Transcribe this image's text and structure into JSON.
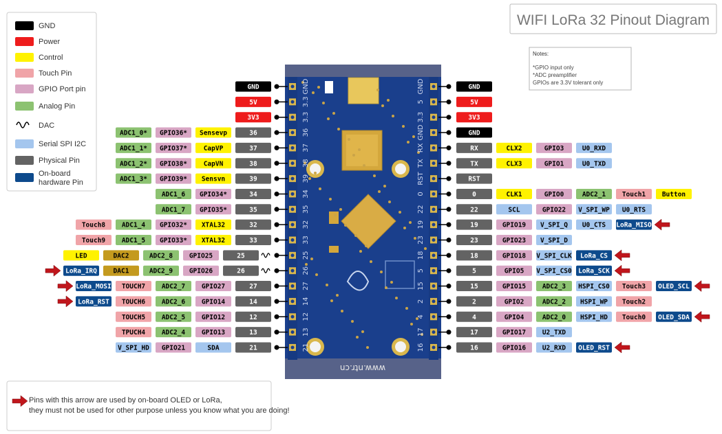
{
  "title": "WIFI LoRa 32 Pinout Diagram",
  "notes": {
    "heading": "Notes:",
    "lines": [
      "*GPIO input only",
      "*ADC preamplifier",
      "GPIOs are  3.3V tolerant only"
    ]
  },
  "legend": [
    {
      "type": "gnd",
      "label": "GND"
    },
    {
      "type": "power",
      "label": "Power"
    },
    {
      "type": "control",
      "label": "Control"
    },
    {
      "type": "touch",
      "label": "Touch Pin"
    },
    {
      "type": "gpio",
      "label": "GPIO Port pin"
    },
    {
      "type": "analog",
      "label": "Analog Pin"
    },
    {
      "type": "dac_wave",
      "label": "DAC"
    },
    {
      "type": "serial",
      "label": "Serial SPI I2C"
    },
    {
      "type": "physical",
      "label": "Physical Pin"
    },
    {
      "type": "onboard",
      "label": "On-board hardware Pin"
    }
  ],
  "footer_note": "Pins with this arrow are used by on-board OLED or LoRa, they must not be used for other purpose unless you know what you are doing!",
  "board_silkscreen": [
    "GND",
    "3.3",
    "3.3",
    "36",
    "37",
    "38",
    "39",
    "34",
    "35",
    "32",
    "33",
    "25",
    "26",
    "27",
    "14",
    "12",
    "13",
    "21"
  ],
  "board_silkscreen_right": [
    "GND",
    "5",
    "3.3",
    "GND",
    "RX",
    "TX",
    "RST",
    "0",
    "22",
    "19",
    "23",
    "18",
    "5",
    "15",
    "2",
    "4",
    "17",
    "16"
  ],
  "board_bottom_text": "www.ntr.cn",
  "colors": {
    "gnd": "#000000",
    "power": "#ee1c1c",
    "control": "#fff200",
    "touch": "#f0a4a8",
    "gpio": "#d8a6c4",
    "analog": "#8cc271",
    "serial": "#a4c6ee",
    "physical": "#636363",
    "onboard": "#0d4a8c",
    "dac": "#c49a1e",
    "arrow": "#c0161c",
    "board": "#1a3f8c"
  },
  "left_pins": [
    {
      "labels": [
        {
          "t": "GND",
          "type": "gnd"
        }
      ]
    },
    {
      "labels": [
        {
          "t": "5V",
          "type": "power"
        }
      ]
    },
    {
      "labels": [
        {
          "t": "3V3",
          "type": "power"
        }
      ]
    },
    {
      "labels": [
        {
          "t": "ADC1_0*",
          "type": "analog"
        },
        {
          "t": "GPIO36*",
          "type": "gpio"
        },
        {
          "t": "Sensevp",
          "type": "control"
        },
        {
          "t": "36",
          "type": "physical"
        }
      ]
    },
    {
      "labels": [
        {
          "t": "ADC1_1*",
          "type": "analog"
        },
        {
          "t": "GPIO37*",
          "type": "gpio"
        },
        {
          "t": "CapVP",
          "type": "control"
        },
        {
          "t": "37",
          "type": "physical"
        }
      ]
    },
    {
      "labels": [
        {
          "t": "ADC1_2*",
          "type": "analog"
        },
        {
          "t": "GPIO38*",
          "type": "gpio"
        },
        {
          "t": "CapVN",
          "type": "control"
        },
        {
          "t": "38",
          "type": "physical"
        }
      ]
    },
    {
      "labels": [
        {
          "t": "ADC1_3*",
          "type": "analog"
        },
        {
          "t": "GPIO39*",
          "type": "gpio"
        },
        {
          "t": "Sensvn",
          "type": "control"
        },
        {
          "t": "39",
          "type": "physical"
        }
      ]
    },
    {
      "labels": [
        {
          "t": "ADC1_6",
          "type": "analog"
        },
        {
          "t": "GPIO34*",
          "type": "gpio"
        },
        {
          "t": "34",
          "type": "physical"
        }
      ]
    },
    {
      "labels": [
        {
          "t": "ADC1_7",
          "type": "analog"
        },
        {
          "t": "GPIO35*",
          "type": "gpio"
        },
        {
          "t": "35",
          "type": "physical"
        }
      ]
    },
    {
      "labels": [
        {
          "t": "Touch8",
          "type": "touch"
        },
        {
          "t": "ADC1_4",
          "type": "analog"
        },
        {
          "t": "GPIO32*",
          "type": "gpio"
        },
        {
          "t": "XTAL32",
          "type": "control"
        },
        {
          "t": "32",
          "type": "physical"
        }
      ]
    },
    {
      "labels": [
        {
          "t": "Touch9",
          "type": "touch"
        },
        {
          "t": "ADC1_5",
          "type": "analog"
        },
        {
          "t": "GPIO33*",
          "type": "gpio"
        },
        {
          "t": "XTAL32",
          "type": "control"
        },
        {
          "t": "33",
          "type": "physical"
        }
      ]
    },
    {
      "labels": [
        {
          "t": "LED",
          "type": "control"
        },
        {
          "t": "DAC2",
          "type": "dac"
        },
        {
          "t": "ADC2_8",
          "type": "analog"
        },
        {
          "t": "GPIO25",
          "type": "gpio"
        },
        {
          "t": "25",
          "type": "physical"
        }
      ],
      "dac": true
    },
    {
      "labels": [
        {
          "t": "LoRa_IRQ",
          "type": "onboard"
        },
        {
          "t": "DAC1",
          "type": "dac"
        },
        {
          "t": "ADC2_9",
          "type": "analog"
        },
        {
          "t": "GPIO26",
          "type": "gpio"
        },
        {
          "t": "26",
          "type": "physical"
        }
      ],
      "dac": true,
      "arrow": true
    },
    {
      "labels": [
        {
          "t": "LoRa_MOSI",
          "type": "onboard"
        },
        {
          "t": "TOUCH7",
          "type": "touch"
        },
        {
          "t": "ADC2_7",
          "type": "analog"
        },
        {
          "t": "GPIO27",
          "type": "gpio"
        },
        {
          "t": "27",
          "type": "physical"
        }
      ],
      "arrow": true
    },
    {
      "labels": [
        {
          "t": "LoRa_RST",
          "type": "onboard"
        },
        {
          "t": "TOUCH6",
          "type": "touch"
        },
        {
          "t": "ADC2_6",
          "type": "analog"
        },
        {
          "t": "GPIO14",
          "type": "gpio"
        },
        {
          "t": "14",
          "type": "physical"
        }
      ],
      "arrow": true
    },
    {
      "labels": [
        {
          "t": "TOUCH5",
          "type": "touch"
        },
        {
          "t": "ADC2_5",
          "type": "analog"
        },
        {
          "t": "GPIO12",
          "type": "gpio"
        },
        {
          "t": "12",
          "type": "physical"
        }
      ]
    },
    {
      "labels": [
        {
          "t": "TPUCH4",
          "type": "touch"
        },
        {
          "t": "ADC2_4",
          "type": "analog"
        },
        {
          "t": "GPIO13",
          "type": "gpio"
        },
        {
          "t": "13",
          "type": "physical"
        }
      ]
    },
    {
      "labels": [
        {
          "t": "V_SPI_HD",
          "type": "serial"
        },
        {
          "t": "GPIO21",
          "type": "gpio"
        },
        {
          "t": "SDA",
          "type": "serial"
        },
        {
          "t": "21",
          "type": "physical"
        }
      ]
    }
  ],
  "right_pins": [
    {
      "labels": [
        {
          "t": "GND",
          "type": "gnd"
        }
      ]
    },
    {
      "labels": [
        {
          "t": "5V",
          "type": "power"
        }
      ]
    },
    {
      "labels": [
        {
          "t": "3V3",
          "type": "power"
        }
      ]
    },
    {
      "labels": [
        {
          "t": "GND",
          "type": "gnd"
        }
      ]
    },
    {
      "labels": [
        {
          "t": "RX",
          "type": "physical"
        },
        {
          "t": "CLX2",
          "type": "control"
        },
        {
          "t": "GPIO3",
          "type": "gpio"
        },
        {
          "t": "U0_RXD",
          "type": "serial"
        }
      ]
    },
    {
      "labels": [
        {
          "t": "TX",
          "type": "physical"
        },
        {
          "t": "CLX3",
          "type": "control"
        },
        {
          "t": "GPIO1",
          "type": "gpio"
        },
        {
          "t": "U0_TXD",
          "type": "serial"
        }
      ]
    },
    {
      "labels": [
        {
          "t": "RST",
          "type": "physical"
        }
      ]
    },
    {
      "labels": [
        {
          "t": "0",
          "type": "physical"
        },
        {
          "t": "CLK1",
          "type": "control"
        },
        {
          "t": "GPIO0",
          "type": "gpio"
        },
        {
          "t": "ADC2_1",
          "type": "analog"
        },
        {
          "t": "Touch1",
          "type": "touch"
        },
        {
          "t": "Button",
          "type": "control"
        }
      ]
    },
    {
      "labels": [
        {
          "t": "22",
          "type": "physical"
        },
        {
          "t": "SCL",
          "type": "serial"
        },
        {
          "t": "GPIO22",
          "type": "gpio"
        },
        {
          "t": "V_SPI_WP",
          "type": "serial"
        },
        {
          "t": "U0_RTS",
          "type": "serial"
        }
      ]
    },
    {
      "labels": [
        {
          "t": "19",
          "type": "physical"
        },
        {
          "t": "GPIO19",
          "type": "gpio"
        },
        {
          "t": "V_SPI_Q",
          "type": "serial"
        },
        {
          "t": "U0_CTS",
          "type": "serial"
        },
        {
          "t": "LoRa_MISO",
          "type": "onboard"
        }
      ],
      "arrow": true
    },
    {
      "labels": [
        {
          "t": "23",
          "type": "physical"
        },
        {
          "t": "GPIO23",
          "type": "gpio"
        },
        {
          "t": "V_SPI_D",
          "type": "serial"
        }
      ]
    },
    {
      "labels": [
        {
          "t": "18",
          "type": "physical"
        },
        {
          "t": "GPIO18",
          "type": "gpio"
        },
        {
          "t": "V_SPI_CLK",
          "type": "serial"
        },
        {
          "t": "LoRa_CS",
          "type": "onboard"
        }
      ],
      "arrow": true
    },
    {
      "labels": [
        {
          "t": "5",
          "type": "physical"
        },
        {
          "t": "GPIO5",
          "type": "gpio"
        },
        {
          "t": "V_SPI_CS0",
          "type": "serial"
        },
        {
          "t": "LoRa_SCK",
          "type": "onboard"
        }
      ],
      "arrow": true
    },
    {
      "labels": [
        {
          "t": "15",
          "type": "physical"
        },
        {
          "t": "GPIO15",
          "type": "gpio"
        },
        {
          "t": "ADC2_3",
          "type": "analog"
        },
        {
          "t": "HSPI_CS0",
          "type": "serial"
        },
        {
          "t": "Touch3",
          "type": "touch"
        },
        {
          "t": "OLED_SCL",
          "type": "onboard"
        }
      ],
      "arrow": true
    },
    {
      "labels": [
        {
          "t": "2",
          "type": "physical"
        },
        {
          "t": "GPIO2",
          "type": "gpio"
        },
        {
          "t": "ADC2_2",
          "type": "analog"
        },
        {
          "t": "HSPI_WP",
          "type": "serial"
        },
        {
          "t": "Touch2",
          "type": "touch"
        }
      ]
    },
    {
      "labels": [
        {
          "t": "4",
          "type": "physical"
        },
        {
          "t": "GPIO4",
          "type": "gpio"
        },
        {
          "t": "ADC2_0",
          "type": "analog"
        },
        {
          "t": "HSPI_HD",
          "type": "serial"
        },
        {
          "t": "Touch0",
          "type": "touch"
        },
        {
          "t": "OLED_SDA",
          "type": "onboard"
        }
      ],
      "arrow": true
    },
    {
      "labels": [
        {
          "t": "17",
          "type": "physical"
        },
        {
          "t": "GPIO17",
          "type": "gpio"
        },
        {
          "t": "U2_TXD",
          "type": "serial"
        }
      ]
    },
    {
      "labels": [
        {
          "t": "16",
          "type": "physical"
        },
        {
          "t": "GPIO16",
          "type": "gpio"
        },
        {
          "t": "U2_RXD",
          "type": "serial"
        },
        {
          "t": "OLED_RST",
          "type": "onboard"
        }
      ],
      "arrow": true
    }
  ]
}
